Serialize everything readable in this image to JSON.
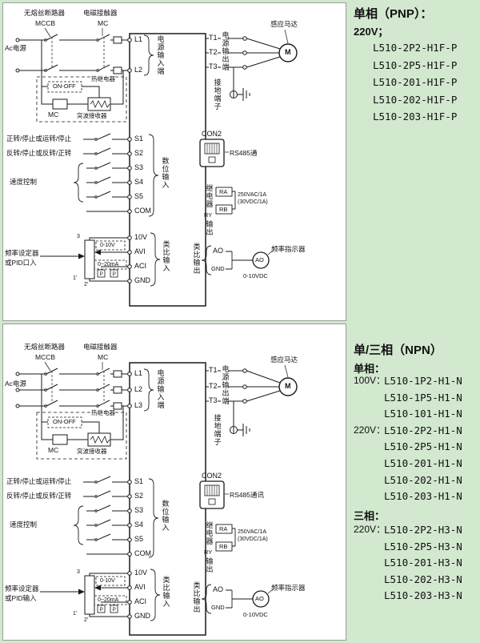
{
  "sidebar": {
    "pnp": {
      "title": "单相（PNP）：",
      "voltage": "220V；",
      "models": [
        "L510-2P2-H1F-P",
        "L510-2P5-H1F-P",
        "L510-201-H1F-P",
        "L510-202-H1F-P",
        "L510-203-H1F-P"
      ]
    },
    "npn": {
      "title": "单/三相（NPN）",
      "single_label": "单相：",
      "single_rows": [
        {
          "prefix": "100V：",
          "model": "L510-1P2-H1-N"
        },
        {
          "prefix": "",
          "model": "L510-1P5-H1-N"
        },
        {
          "prefix": "",
          "model": "L510-101-H1-N"
        },
        {
          "prefix": "220V：",
          "model": "L510-2P2-H1-N"
        },
        {
          "prefix": "",
          "model": "L510-2P5-H1-N"
        },
        {
          "prefix": "",
          "model": "L510-201-H1-N"
        },
        {
          "prefix": "",
          "model": "L510-202-H1-N"
        },
        {
          "prefix": "",
          "model": "L510-203-H1-N"
        }
      ],
      "three_label": "三相：",
      "three_rows": [
        {
          "prefix": "220V：",
          "model": "L510-2P2-H3-N"
        },
        {
          "prefix": "",
          "model": "L510-2P5-H3-N"
        },
        {
          "prefix": "",
          "model": "L510-201-H3-N"
        },
        {
          "prefix": "",
          "model": "L510-202-H3-N"
        },
        {
          "prefix": "",
          "model": "L510-203-H3-N"
        }
      ]
    }
  },
  "d1": {
    "breaker_title": "无熔丝断路器",
    "breaker_name": "MCCB",
    "contactor_title": "电磁接触器",
    "contactor_name": "MC",
    "power": "Ac电源",
    "thermal": "热继电器",
    "onoff": "ON-OFF",
    "mc_coil": "MC",
    "surge": "突波接收器",
    "L1": "L1",
    "L2": "L2",
    "input_group": "电源输入端",
    "T1": "T1",
    "T2": "T2",
    "T3": "T3",
    "output_group": "电源输出端",
    "motor_title": "感应马达",
    "motor": "M",
    "ground_group": "接地端子",
    "fwd_label": "正转/停止或运转/停止",
    "rev_label": "反转/停止或反转/正转",
    "speed_label": "速度控制",
    "S1": "S1",
    "S2": "S2",
    "S3": "S3",
    "S4": "S4",
    "S5": "S5",
    "COM": "COM",
    "digital_group": "数位输入",
    "con2": "CON2",
    "rs485": "RS485通",
    "relay_1": "继电器",
    "relay_2": "RY",
    "relay_3": "输出",
    "RA": "RA",
    "RB": "RB",
    "rating_1": "250VAC/1A",
    "rating_2": "(30VDC/1A)",
    "t10v": "10V",
    "avi": "AVI",
    "aci": "ACI",
    "gnd": "GND",
    "analog_in_group": "类比输入",
    "range_v": "0-10V",
    "range_a": "0~20mA",
    "pin3": "3",
    "pin1": "1'",
    "pin2": "2'",
    "pinp": "P",
    "freq_1": "频率设定器",
    "freq_2": "或PID口入",
    "analog_out_group": "类比输出",
    "ao": "AO",
    "gnd2": "GND",
    "meter": "AO",
    "meter_title": "频率指示器",
    "meter_range": "0-10VDC"
  },
  "d2": {
    "breaker_title": "无熔丝断路器",
    "breaker_name": "MCCB",
    "contactor_title": "电磁接触器",
    "contactor_name": "MC",
    "power": "Ac电源",
    "thermal": "热继电器",
    "onoff": "ON-OFF",
    "mc_coil": "MC",
    "surge": "突波接收器",
    "L1": "L1",
    "L2": "L2",
    "L3": "L3",
    "input_group": "电源输入端",
    "T1": "T1",
    "T2": "T2",
    "T3": "T3",
    "output_group": "电源输出端",
    "motor_title": "感应马达",
    "motor": "M",
    "ground_group": "接地端子",
    "fwd_label": "正转/停止或运转/停止",
    "rev_label": "反转/停止或反转/正转",
    "speed_label": "速度控制",
    "S1": "S1",
    "S2": "S2",
    "S3": "S3",
    "S4": "S4",
    "S5": "S5",
    "COM": "COM",
    "digital_group": "数位输入",
    "con2": "CON2",
    "rs485": "RS485通讯",
    "relay_1": "继电器",
    "relay_2": "RY",
    "relay_3": "输出",
    "RA": "RA",
    "RB": "RB",
    "rating_1": "250VAC/1A",
    "rating_2": "(30VDC/1A)",
    "t10v": "10V",
    "avi": "AVI",
    "aci": "ACI",
    "gnd": "GND",
    "analog_in_group": "类比输入",
    "range_v": "0-10V",
    "range_a": "0~20mA",
    "pin3": "3",
    "pin1": "1'",
    "pin2": "2'",
    "pinp": "P",
    "freq_1": "频率设定器",
    "freq_2": "或PID输入",
    "analog_out_group": "类比输出",
    "ao": "AO",
    "gnd2": "GND",
    "meter": "AO",
    "meter_title": "频率指示器",
    "meter_range": "0-10VDC"
  }
}
